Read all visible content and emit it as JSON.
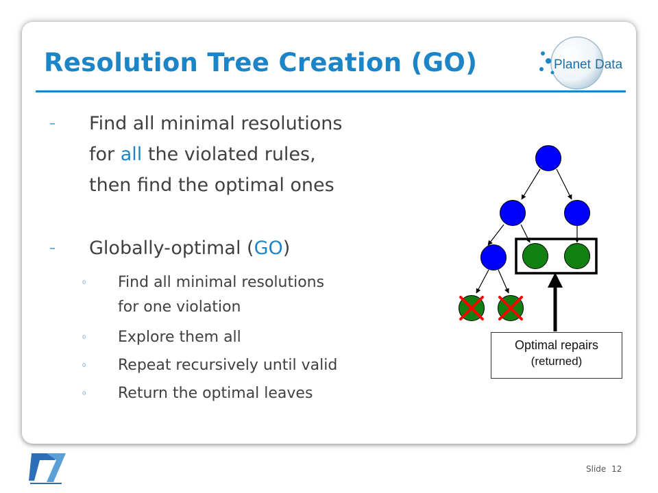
{
  "slide": {
    "title": "Resolution Tree Creation (GO)",
    "bullets": [
      {
        "marker": "–",
        "lines": [
          {
            "before": "Find all minimal resolutions",
            "hl": "",
            "after": ""
          },
          {
            "before": "for ",
            "hl": "all",
            "after": " the violated rules,"
          },
          {
            "before": "then find the optimal ones",
            "hl": "",
            "after": ""
          }
        ]
      },
      {
        "marker": "–",
        "lines": [
          {
            "before": "Globally-optimal (",
            "hl": "GO",
            "after": ")"
          }
        ],
        "sub": [
          {
            "marker": "◦",
            "lines": [
              "Find all minimal resolutions",
              "for one violation"
            ]
          },
          {
            "marker": "◦",
            "lines": [
              "Explore them all"
            ]
          },
          {
            "marker": "◦",
            "lines": [
              "Repeat recursively until valid"
            ]
          },
          {
            "marker": "◦",
            "lines": [
              "Return the optimal leaves"
            ]
          }
        ]
      }
    ],
    "callout": {
      "line1": "Optimal repairs",
      "line2": "(returned)"
    },
    "logo": {
      "left": "Planet",
      "right": "Data"
    },
    "footer": {
      "slide_label": "Slide",
      "slide_number": "12"
    }
  },
  "colors": {
    "accent": "#1b85c7",
    "node_blue": "#0000ff",
    "node_green": "#118011",
    "cross_red": "#ff0000"
  }
}
